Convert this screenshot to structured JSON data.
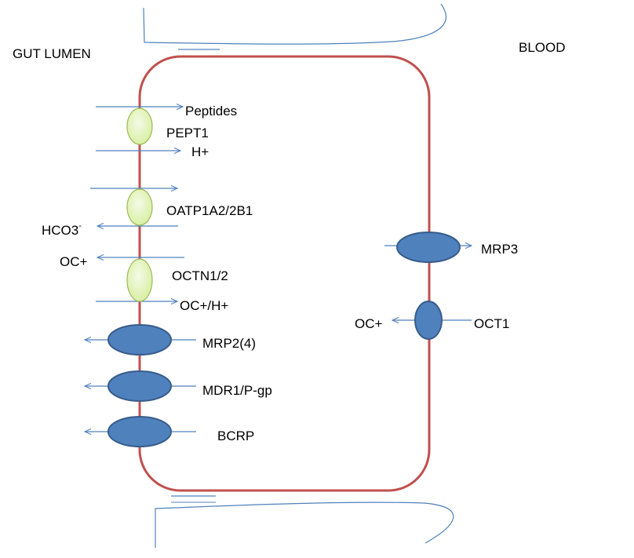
{
  "regions": {
    "left": "GUT LUMEN",
    "right": "BLOOD"
  },
  "colors": {
    "cell_membrane": "#c0504d",
    "arrow": "#4f81bd",
    "villus_outline": "#4f81bd",
    "uptake_transporter_fill": "#e6f5c8",
    "uptake_transporter_stroke": "#9bbb59",
    "efflux_transporter_fill": "#4f81bd",
    "efflux_transporter_stroke": "#385d8a"
  },
  "apical_transporters": [
    {
      "name": "PEPT1",
      "type": "uptake",
      "substrates": [
        {
          "label": "Peptides",
          "direction": "in"
        },
        {
          "label": "H+",
          "direction": "in"
        }
      ]
    },
    {
      "name": "OATP1A2/2B1",
      "type": "uptake",
      "substrates": [
        {
          "label": "",
          "direction": "in"
        },
        {
          "label": "HCO3",
          "superscript": "-",
          "direction": "out"
        }
      ]
    },
    {
      "name": "OCTN1/2",
      "type": "uptake",
      "substrates": [
        {
          "label": "OC+",
          "direction": "out"
        },
        {
          "label": "OC+/H+",
          "direction": "in"
        }
      ]
    },
    {
      "name": "MRP2(4)",
      "type": "efflux",
      "substrates": [
        {
          "direction": "out"
        }
      ]
    },
    {
      "name": "MDR1/P-gp",
      "type": "efflux",
      "substrates": [
        {
          "direction": "out"
        }
      ]
    },
    {
      "name": "BCRP",
      "type": "efflux",
      "substrates": [
        {
          "direction": "out"
        }
      ]
    }
  ],
  "basolateral_transporters": [
    {
      "name": "MRP3",
      "type": "efflux",
      "substrates": [
        {
          "direction": "to-blood"
        }
      ]
    },
    {
      "name": "OCT1",
      "type": "efflux",
      "substrates": [
        {
          "label": "OC+",
          "direction": "into-cell"
        }
      ]
    }
  ]
}
